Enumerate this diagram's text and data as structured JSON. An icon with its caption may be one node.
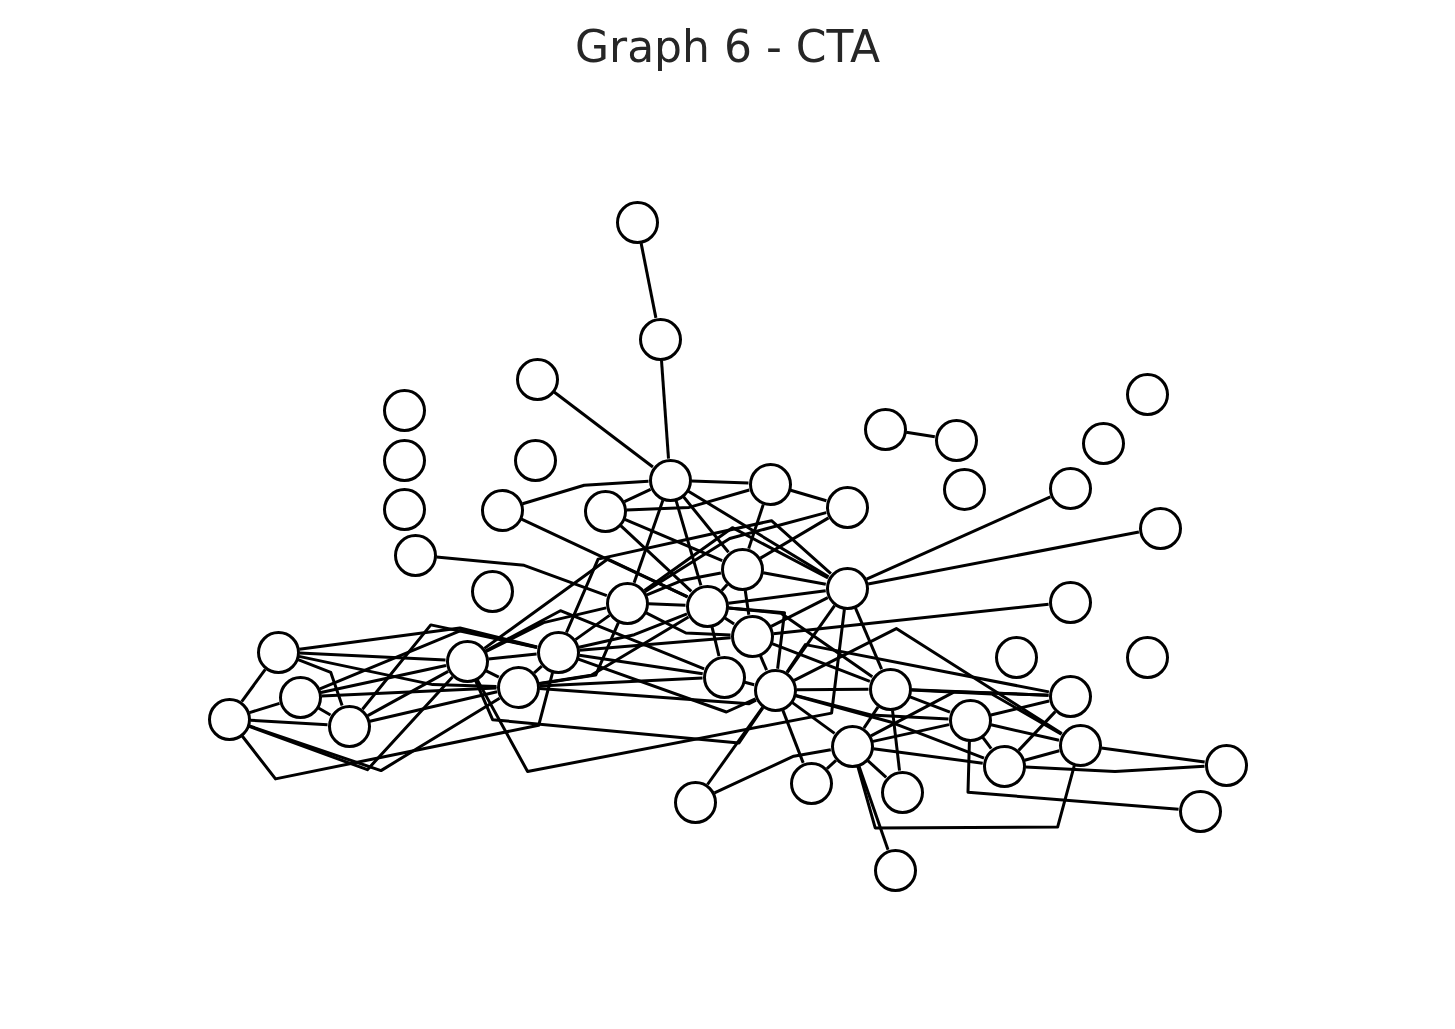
{
  "diagram": {
    "title": "Graph 6 - CTA",
    "nodes": [
      {
        "text": [],
        "shape": "circle"
      },
      {
        "text": [],
        "shape": "circle"
      },
      {
        "text": [],
        "shape": "circle"
      },
      {
        "text": [],
        "shape": "circle"
      },
      {
        "text": [],
        "shape": "circle"
      },
      {
        "text": [],
        "shape": "circle"
      },
      {
        "text": [],
        "shape": "circle"
      },
      {
        "text": [],
        "shape": "circle"
      },
      {
        "text": [],
        "shape": "circle"
      },
      {
        "text": [],
        "shape": "circle"
      },
      {
        "text": [],
        "shape": "circle"
      },
      {
        "text": [],
        "shape": "circle"
      },
      {
        "text": [],
        "shape": "circle"
      },
      {
        "text": [],
        "shape": "circle"
      },
      {
        "text": [],
        "shape": "circle"
      },
      {
        "text": [],
        "shape": "circle"
      },
      {
        "text": [],
        "shape": "circle"
      },
      {
        "text": [],
        "shape": "circle"
      },
      {
        "text": [],
        "shape": "circle"
      },
      {
        "text": [],
        "shape": "circle"
      },
      {
        "text": [],
        "shape": "circle"
      },
      {
        "text": [],
        "shape": "circle"
      },
      {
        "text": [],
        "shape": "circle"
      },
      {
        "text": [],
        "shape": "circle"
      },
      {
        "text": [],
        "shape": "circle"
      },
      {
        "text": [],
        "shape": "circle"
      },
      {
        "text": [],
        "shape": "circle"
      },
      {
        "text": [],
        "shape": "circle"
      },
      {
        "text": [],
        "shape": "circle"
      },
      {
        "text": [],
        "shape": "circle"
      },
      {
        "text": [],
        "shape": "circle"
      },
      {
        "text": [],
        "shape": "circle"
      },
      {
        "text": [],
        "shape": "circle"
      },
      {
        "text": [],
        "shape": "circle"
      },
      {
        "text": [],
        "shape": "circle"
      },
      {
        "text": [],
        "shape": "circle"
      },
      {
        "text": [],
        "shape": "circle"
      },
      {
        "text": [],
        "shape": "circle"
      },
      {
        "text": [],
        "shape": "circle"
      },
      {
        "text": [],
        "shape": "circle"
      },
      {
        "text": [],
        "shape": "circle"
      },
      {
        "text": [],
        "shape": "circle"
      },
      {
        "text": [],
        "shape": "circle"
      },
      {
        "text": [],
        "shape": "circle"
      },
      {
        "text": [],
        "shape": "circle"
      },
      {
        "text": [],
        "shape": "circle"
      },
      {
        "text": [],
        "shape": "circle"
      },
      {
        "text": [],
        "shape": "circle"
      },
      {
        "text": [],
        "shape": "circle"
      },
      {
        "text": [],
        "shape": "circle"
      }
    ],
    "edges": [
      {
        "from": 0,
        "to": 1,
        "arrow": "none"
      },
      {
        "from": 1,
        "to": 11,
        "arrow": "none"
      },
      {
        "from": 2,
        "to": 11,
        "arrow": "none"
      },
      {
        "from": 5,
        "to": 6,
        "arrow": "none"
      },
      {
        "from": 11,
        "to": 14,
        "arrow": "none"
      },
      {
        "from": 11,
        "to": 15,
        "arrow": "none"
      },
      {
        "from": 11,
        "to": 12,
        "arrow": "none"
      },
      {
        "from": 11,
        "to": 23,
        "arrow": "none"
      },
      {
        "from": 11,
        "to": 24,
        "arrow": "none"
      },
      {
        "from": 11,
        "to": 20,
        "arrow": "none"
      },
      {
        "from": 11,
        "to": 21,
        "arrow": "none"
      },
      {
        "from": 12,
        "to": 15,
        "arrow": "none"
      },
      {
        "from": 12,
        "to": 17,
        "arrow": "none"
      },
      {
        "from": 12,
        "to": 20,
        "arrow": "none"
      },
      {
        "from": 14,
        "to": 24,
        "arrow": "none"
      },
      {
        "from": 15,
        "to": 20,
        "arrow": "none"
      },
      {
        "from": 15,
        "to": 24,
        "arrow": "none"
      },
      {
        "from": 17,
        "to": 20,
        "arrow": "none"
      },
      {
        "from": 17,
        "to": 23,
        "arrow": "none"
      },
      {
        "from": 19,
        "to": 23,
        "arrow": "none"
      },
      {
        "from": 20,
        "to": 21,
        "arrow": "none"
      },
      {
        "from": 20,
        "to": 23,
        "arrow": "none"
      },
      {
        "from": 20,
        "to": 24,
        "arrow": "none"
      },
      {
        "from": 20,
        "to": 26,
        "arrow": "none"
      },
      {
        "from": 21,
        "to": 13,
        "arrow": "none"
      },
      {
        "from": 21,
        "to": 18,
        "arrow": "none"
      },
      {
        "from": 21,
        "to": 23,
        "arrow": "none"
      },
      {
        "from": 21,
        "to": 24,
        "arrow": "none"
      },
      {
        "from": 21,
        "to": 26,
        "arrow": "none"
      },
      {
        "from": 21,
        "to": 35,
        "arrow": "none"
      },
      {
        "from": 21,
        "to": 36,
        "arrow": "none"
      },
      {
        "from": 21,
        "to": 30,
        "arrow": "none"
      },
      {
        "from": 21,
        "to": 31,
        "arrow": "none"
      },
      {
        "from": 25,
        "to": 26,
        "arrow": "none"
      },
      {
        "from": 23,
        "to": 24,
        "arrow": "none"
      },
      {
        "from": 23,
        "to": 30,
        "arrow": "none"
      },
      {
        "from": 23,
        "to": 31,
        "arrow": "none"
      },
      {
        "from": 23,
        "to": 34,
        "arrow": "none"
      },
      {
        "from": 23,
        "to": 26,
        "arrow": "none"
      },
      {
        "from": 24,
        "to": 30,
        "arrow": "none"
      },
      {
        "from": 24,
        "to": 31,
        "arrow": "none"
      },
      {
        "from": 24,
        "to": 34,
        "arrow": "none"
      },
      {
        "from": 24,
        "to": 26,
        "arrow": "none"
      },
      {
        "from": 24,
        "to": 32,
        "arrow": "none"
      },
      {
        "from": 24,
        "to": 35,
        "arrow": "none"
      },
      {
        "from": 24,
        "to": 36,
        "arrow": "none"
      },
      {
        "from": 26,
        "to": 31,
        "arrow": "none"
      },
      {
        "from": 26,
        "to": 35,
        "arrow": "none"
      },
      {
        "from": 26,
        "to": 36,
        "arrow": "none"
      },
      {
        "from": 27,
        "to": 39,
        "arrow": "none"
      },
      {
        "from": 27,
        "to": 30,
        "arrow": "none"
      },
      {
        "from": 27,
        "to": 31,
        "arrow": "none"
      },
      {
        "from": 27,
        "to": 34,
        "arrow": "none"
      },
      {
        "from": 27,
        "to": 40,
        "arrow": "none"
      },
      {
        "from": 33,
        "to": 39,
        "arrow": "none"
      },
      {
        "from": 33,
        "to": 40,
        "arrow": "none"
      },
      {
        "from": 33,
        "to": 30,
        "arrow": "none"
      },
      {
        "from": 33,
        "to": 31,
        "arrow": "none"
      },
      {
        "from": 33,
        "to": 34,
        "arrow": "none"
      },
      {
        "from": 39,
        "to": 40,
        "arrow": "none"
      },
      {
        "from": 39,
        "to": 30,
        "arrow": "none"
      },
      {
        "from": 39,
        "to": 31,
        "arrow": "none"
      },
      {
        "from": 39,
        "to": 34,
        "arrow": "none"
      },
      {
        "from": 40,
        "to": 30,
        "arrow": "none"
      },
      {
        "from": 40,
        "to": 31,
        "arrow": "none"
      },
      {
        "from": 40,
        "to": 34,
        "arrow": "none"
      },
      {
        "from": 30,
        "to": 31,
        "arrow": "none"
      },
      {
        "from": 30,
        "to": 32,
        "arrow": "none"
      },
      {
        "from": 30,
        "to": 35,
        "arrow": "none"
      },
      {
        "from": 30,
        "to": 34,
        "arrow": "none"
      },
      {
        "from": 31,
        "to": 32,
        "arrow": "none"
      },
      {
        "from": 31,
        "to": 35,
        "arrow": "none"
      },
      {
        "from": 31,
        "to": 34,
        "arrow": "none"
      },
      {
        "from": 34,
        "to": 35,
        "arrow": "none"
      },
      {
        "from": 34,
        "to": 32,
        "arrow": "none"
      },
      {
        "from": 32,
        "to": 35,
        "arrow": "none"
      },
      {
        "from": 35,
        "to": 36,
        "arrow": "none"
      },
      {
        "from": 35,
        "to": 38,
        "arrow": "none"
      },
      {
        "from": 35,
        "to": 37,
        "arrow": "none"
      },
      {
        "from": 35,
        "to": 41,
        "arrow": "none"
      },
      {
        "from": 35,
        "to": 42,
        "arrow": "none"
      },
      {
        "from": 35,
        "to": 43,
        "arrow": "none"
      },
      {
        "from": 35,
        "to": 45,
        "arrow": "none"
      },
      {
        "from": 35,
        "to": 47,
        "arrow": "none"
      },
      {
        "from": 36,
        "to": 38,
        "arrow": "none"
      },
      {
        "from": 36,
        "to": 37,
        "arrow": "none"
      },
      {
        "from": 36,
        "to": 41,
        "arrow": "none"
      },
      {
        "from": 36,
        "to": 42,
        "arrow": "none"
      },
      {
        "from": 36,
        "to": 46,
        "arrow": "none"
      },
      {
        "from": 42,
        "to": 38,
        "arrow": "none"
      },
      {
        "from": 42,
        "to": 37,
        "arrow": "none"
      },
      {
        "from": 42,
        "to": 41,
        "arrow": "none"
      },
      {
        "from": 42,
        "to": 43,
        "arrow": "none"
      },
      {
        "from": 42,
        "to": 45,
        "arrow": "none"
      },
      {
        "from": 42,
        "to": 46,
        "arrow": "none"
      },
      {
        "from": 42,
        "to": 47,
        "arrow": "none"
      },
      {
        "from": 42,
        "to": 49,
        "arrow": "none"
      },
      {
        "from": 38,
        "to": 37,
        "arrow": "none"
      },
      {
        "from": 38,
        "to": 41,
        "arrow": "none"
      },
      {
        "from": 38,
        "to": 43,
        "arrow": "none"
      },
      {
        "from": 38,
        "to": 48,
        "arrow": "none"
      },
      {
        "from": 37,
        "to": 43,
        "arrow": "none"
      },
      {
        "from": 41,
        "to": 43,
        "arrow": "none"
      },
      {
        "from": 41,
        "to": 44,
        "arrow": "none"
      },
      {
        "from": 43,
        "to": 44,
        "arrow": "none"
      }
    ]
  }
}
